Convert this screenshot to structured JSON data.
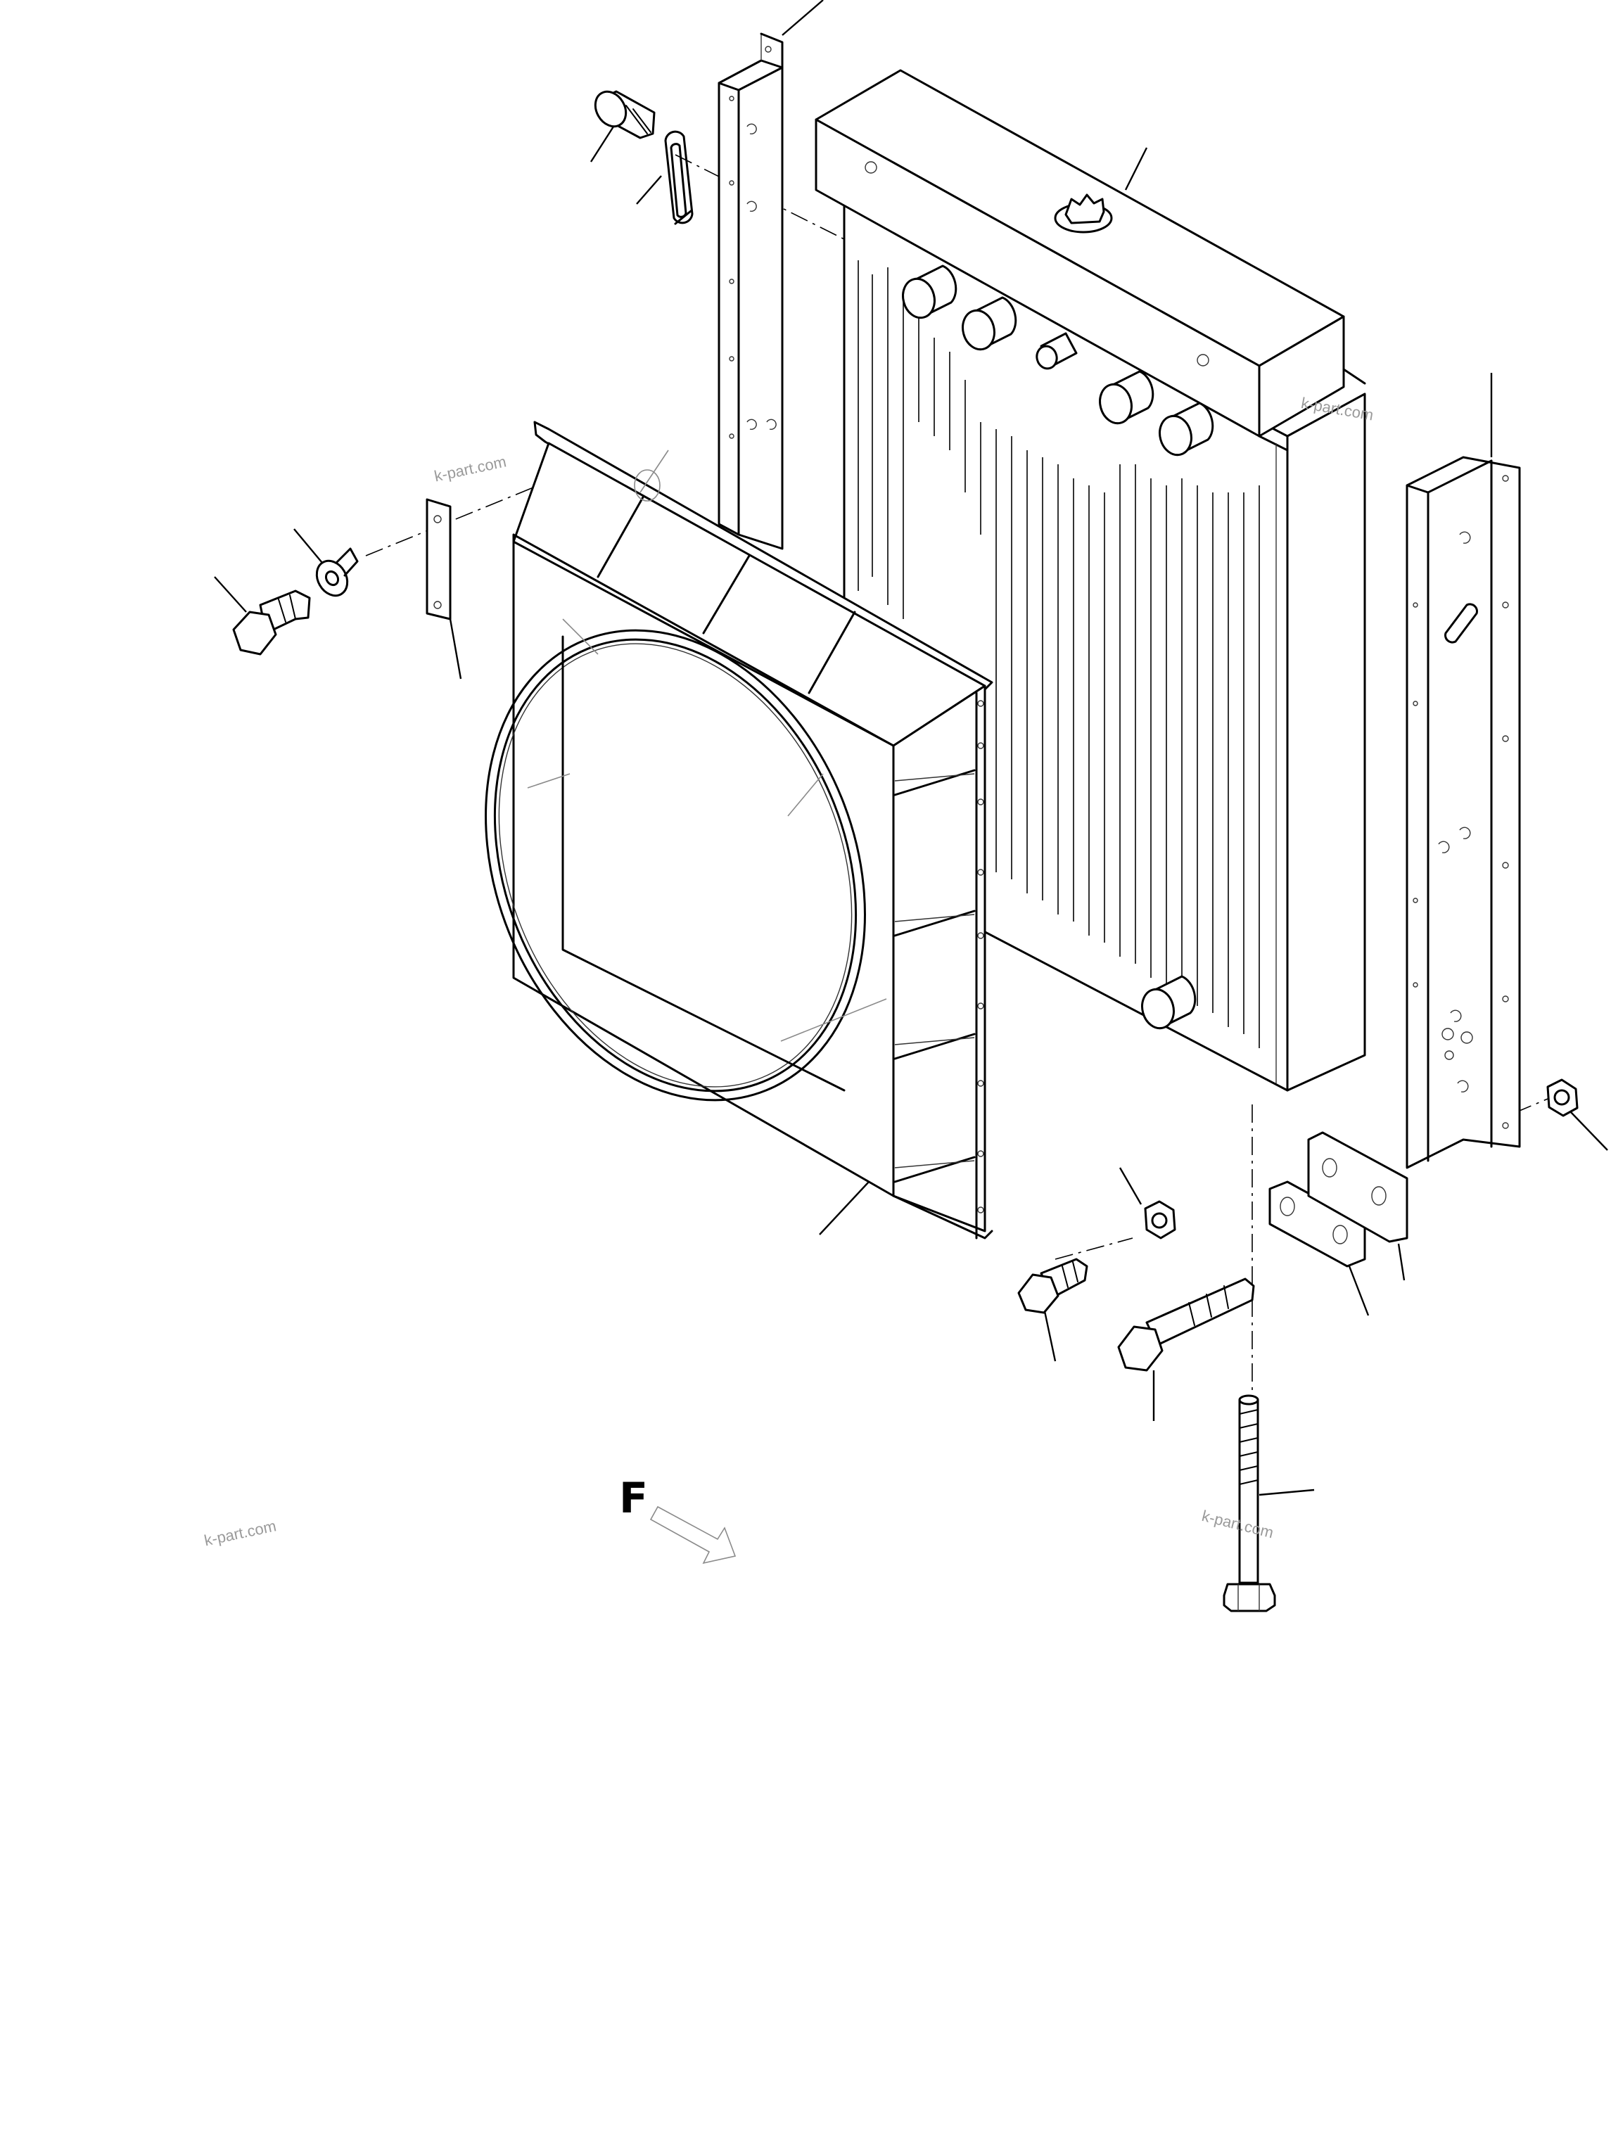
{
  "diagram": {
    "watermarks": [
      "k-part.com",
      "k-part.com",
      "k-part.com",
      "k-part.com"
    ],
    "front_marker": "F"
  }
}
